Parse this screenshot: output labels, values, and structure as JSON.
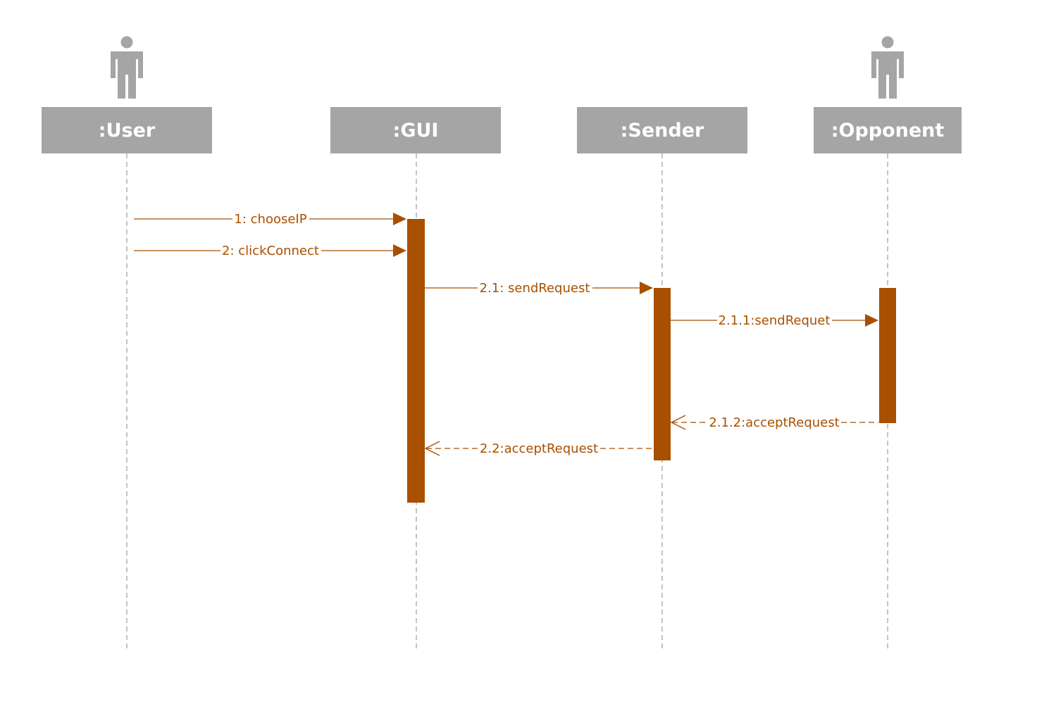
{
  "diagram": {
    "type": "sequence",
    "colors": {
      "participant_fill": "#a5a5a5",
      "participant_text": "#ffffff",
      "actor_icon": "#a5a5a5",
      "lifeline": "#a5a5a5",
      "message": "#a84f00",
      "activation": "#a84f00"
    },
    "participants": [
      {
        "id": "user",
        "label": ":User",
        "actor": true
      },
      {
        "id": "gui",
        "label": ":GUI",
        "actor": false
      },
      {
        "id": "sender",
        "label": ":Sender",
        "actor": false
      },
      {
        "id": "opponent",
        "label": ":Opponent",
        "actor": true
      }
    ],
    "messages": [
      {
        "from": "user",
        "to": "gui",
        "label": "1: chooseIP",
        "kind": "call"
      },
      {
        "from": "user",
        "to": "gui",
        "label": "2: clickConnect",
        "kind": "call"
      },
      {
        "from": "gui",
        "to": "sender",
        "label": "2.1: sendRequest",
        "kind": "call"
      },
      {
        "from": "sender",
        "to": "opponent",
        "label": "2.1.1:sendRequet",
        "kind": "call"
      },
      {
        "from": "opponent",
        "to": "sender",
        "label": "2.1.2:acceptRequest",
        "kind": "return"
      },
      {
        "from": "sender",
        "to": "gui",
        "label": "2.2:acceptRequest",
        "kind": "return"
      }
    ]
  }
}
